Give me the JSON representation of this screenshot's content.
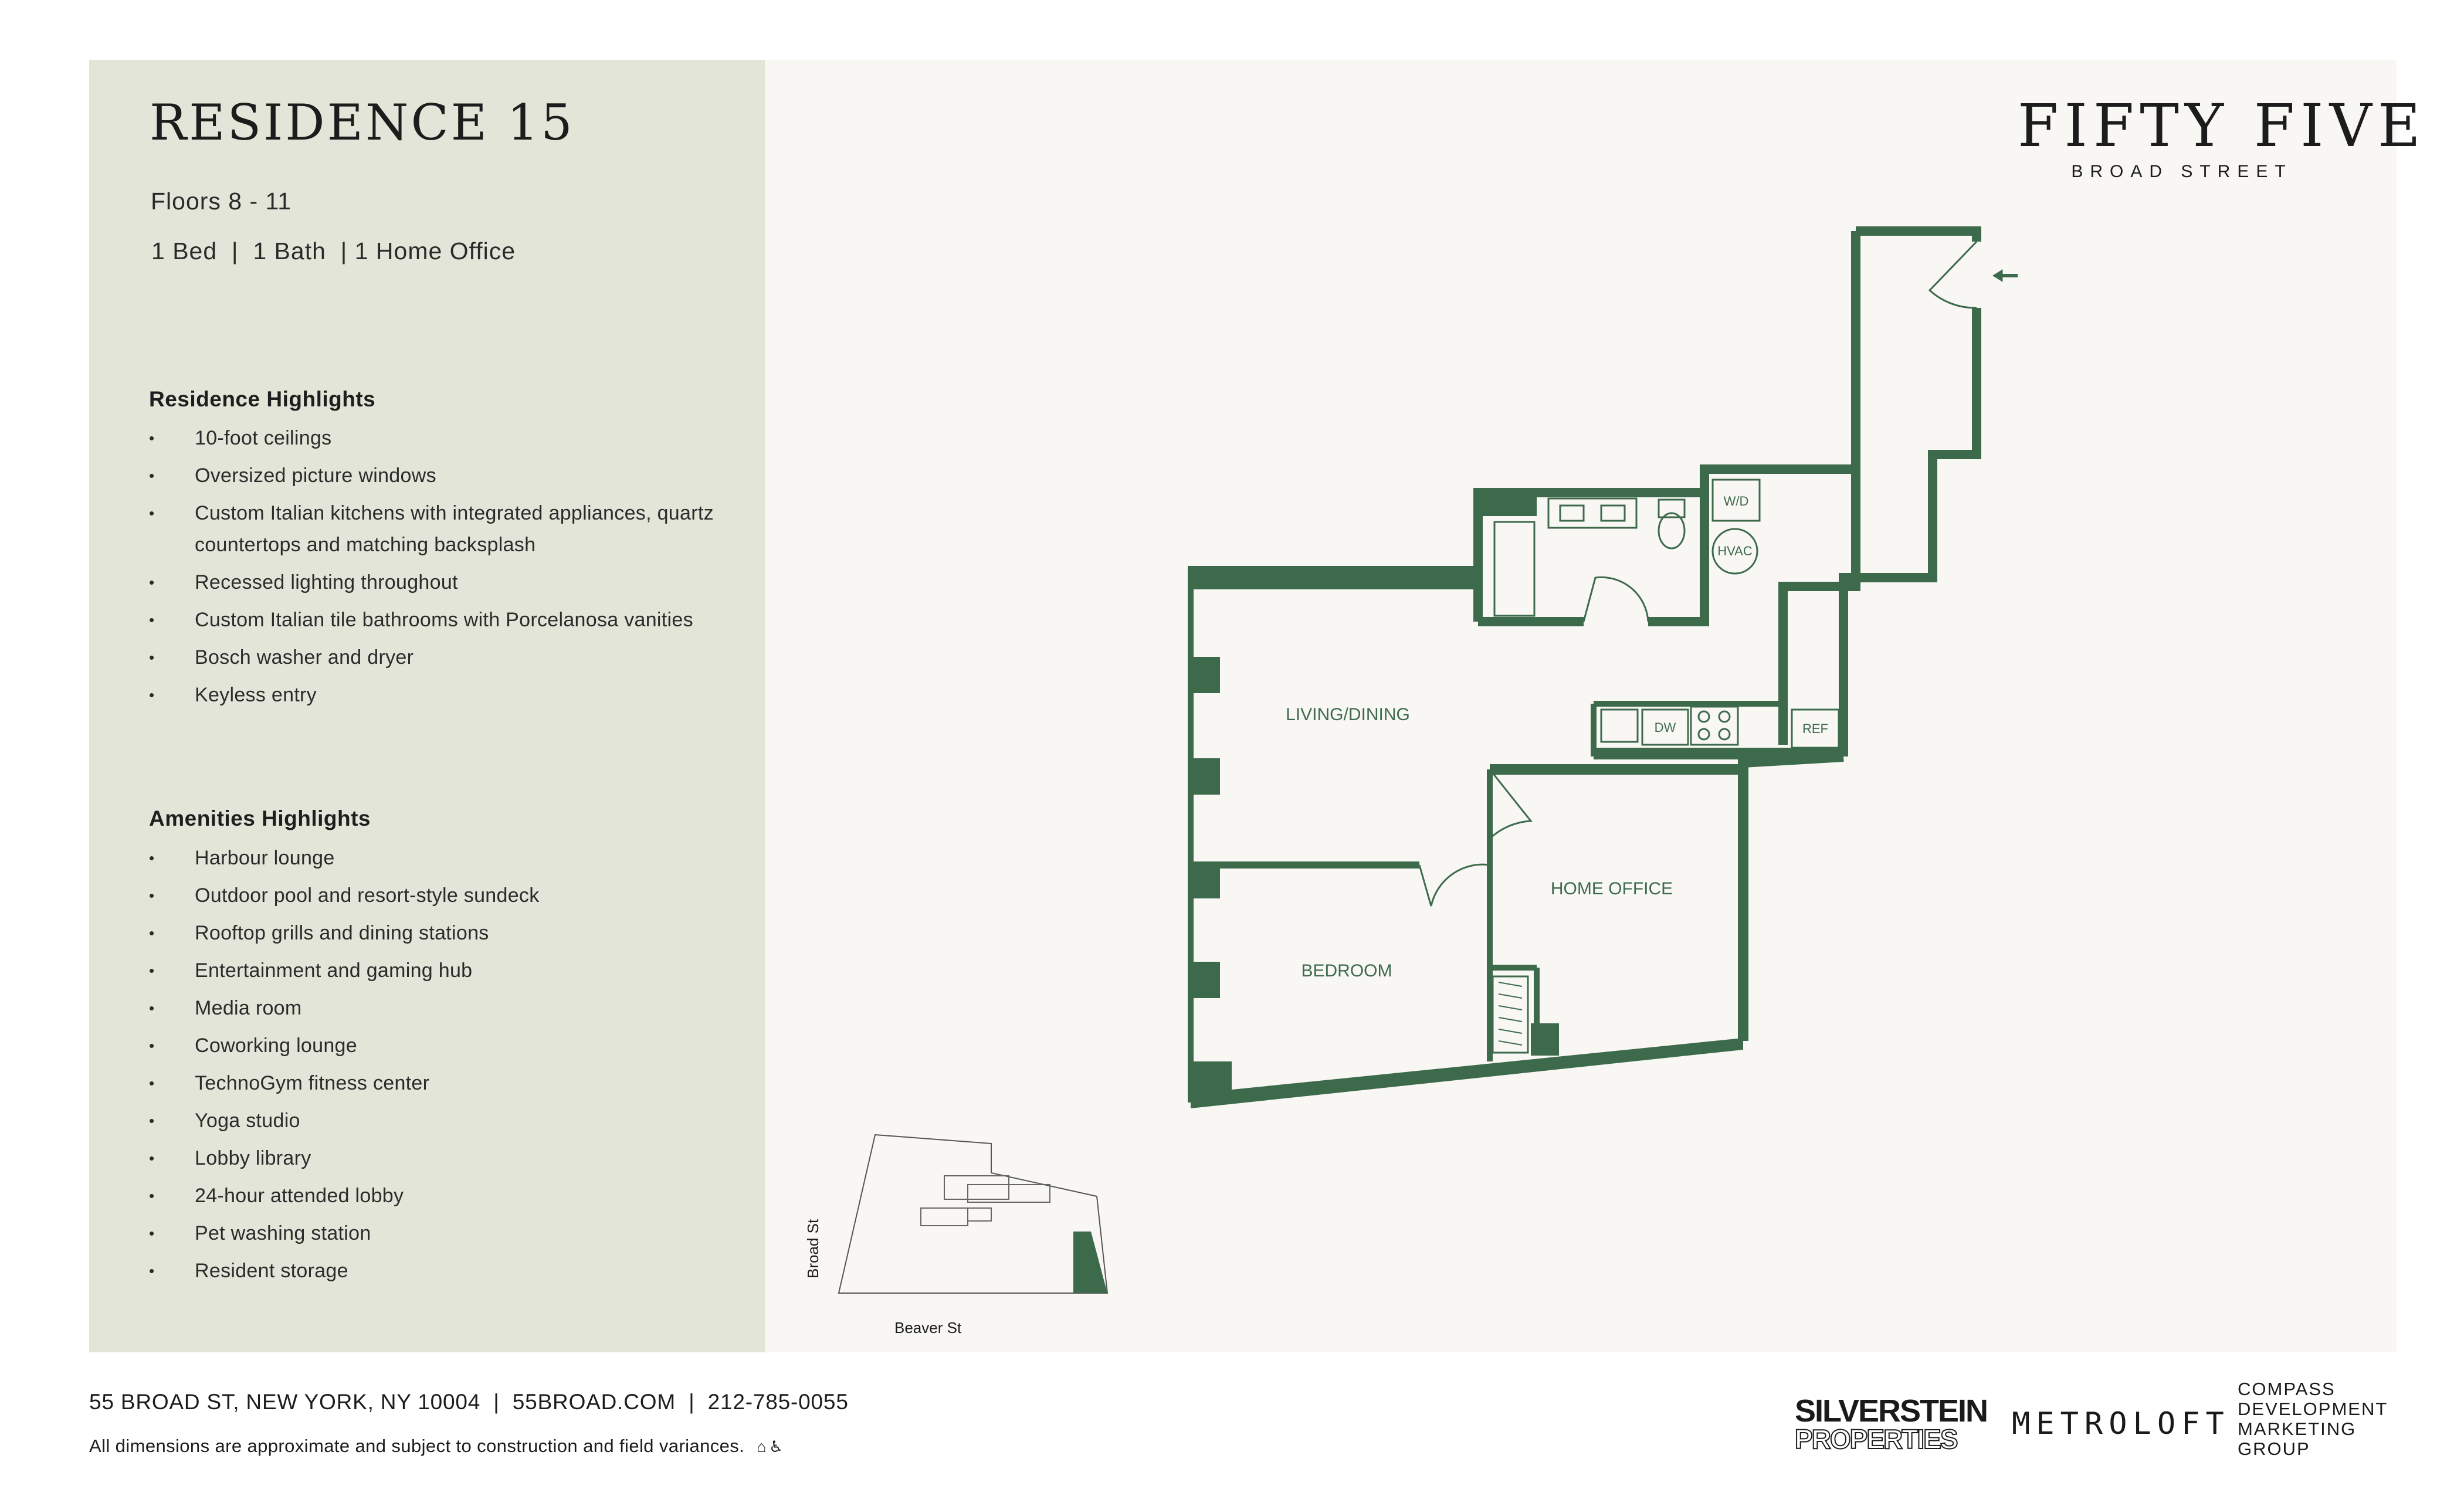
{
  "residence": {
    "title": "RESIDENCE 15",
    "floors": "Floors 8 - 11",
    "layout": "1 Bed  |  1 Bath  | 1 Home Office"
  },
  "residence_highlights": {
    "heading": "Residence Highlights",
    "items": [
      "10-foot ceilings",
      "Oversized picture windows",
      "Custom Italian kitchens with integrated appliances, quartz countertops and matching backsplash",
      "Recessed lighting throughout",
      "Custom Italian tile bathrooms with Porcelanosa vanities",
      "Bosch washer and dryer",
      "Keyless entry"
    ]
  },
  "amenities_highlights": {
    "heading": "Amenities Highlights",
    "items": [
      "Harbour lounge",
      "Outdoor pool and resort-style sundeck",
      "Rooftop grills and dining stations",
      "Entertainment and gaming hub",
      "Media room",
      "Coworking lounge",
      "TechnoGym fitness center",
      "Yoga studio",
      "Lobby library",
      "24-hour attended lobby",
      "Pet washing station",
      "Resident storage"
    ]
  },
  "brand": {
    "name": "FIFTY FIVE",
    "subtitle": "BROAD STREET"
  },
  "floorplan": {
    "rooms": {
      "living": "LIVING/DINING",
      "bedroom": "BEDROOM",
      "office": "HOME OFFICE"
    },
    "fixtures": {
      "washer_dryer": "W/D",
      "hvac": "HVAC",
      "dishwasher": "DW",
      "refrigerator": "REF"
    },
    "wall_color": "#3e6a4c"
  },
  "keyplan": {
    "street_side": "Broad St",
    "street_bottom": "Beaver St"
  },
  "footer": {
    "address": "55 BROAD ST, NEW YORK, NY 10004  |  55BROAD.COM  |  212-785-0055",
    "disclaimer": "All dimensions are approximate and subject to construction and field variances."
  },
  "logos": {
    "silverstein_line1": "SILVERSTEIN",
    "silverstein_line2": "PROPERTIES",
    "metroloft": "METROLOFT",
    "compass": [
      "COMPASS",
      "DEVELOPMENT",
      "MARKETING",
      "GROUP"
    ]
  },
  "icons": [
    "equal-housing-icon",
    "accessibility-icon"
  ]
}
